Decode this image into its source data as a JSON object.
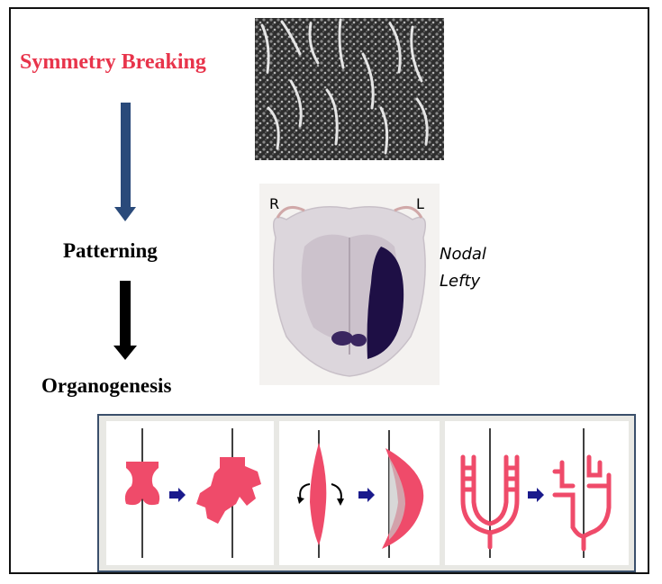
{
  "labels": {
    "symmetry_breaking": "Symmetry Breaking",
    "patterning": "Patterning",
    "organogenesis": "Organogenesis",
    "nodal": "Nodal",
    "lefty": "Lefty",
    "right": "R",
    "left": "L"
  },
  "colors": {
    "symmetry_text": "#e8344b",
    "arrow_blue": "#2a4a7a",
    "arrow_black": "#000000",
    "organ_pink": "#ef4b6a",
    "small_arrow_navy": "#1a1a8c",
    "panel_border": "#3a4f6b",
    "stain_purple": "#2a1650"
  },
  "images": {
    "cilia_micrograph": "scanning electron micrograph of nodal cilia",
    "embryo_stain": "embryo in situ stain with left-sided expression"
  }
}
